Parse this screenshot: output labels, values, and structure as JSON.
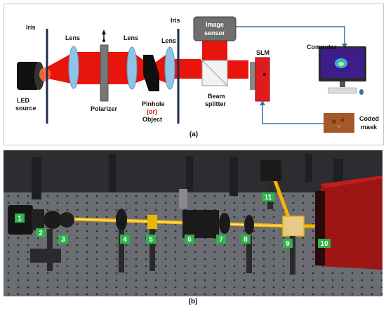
{
  "panel_a": {
    "labels": {
      "iris_left": "Iris",
      "lens_1": "Lens",
      "lens_2": "Lens",
      "lens_3": "Lens",
      "iris_right": "Iris",
      "image_sensor_line1": "Image",
      "image_sensor_line2": "sensor",
      "slm": "SLM",
      "computer": "Computer",
      "led_line1": "LED",
      "led_line2": "source",
      "polarizer": "Polarizer",
      "pinhole_line1": "Pinhole",
      "pinhole_line2": "(or)",
      "pinhole_line3": "Object",
      "beam_line1": "Beam",
      "beam_line2": "splitter",
      "coded_line1": "Coded",
      "coded_line2": "mask"
    },
    "caption": "(a)",
    "colors": {
      "beam": "#e8150c",
      "lens": "#8fc4e6",
      "arrow_line": "#3a6ea5",
      "sensor": "#6e6e6e",
      "led": "#111111"
    }
  },
  "panel_b": {
    "component_numbers": [
      "1",
      "2",
      "3",
      "4",
      "5",
      "6",
      "7",
      "8",
      "9",
      "10",
      "11"
    ],
    "caption": "(b)",
    "colors": {
      "beam": "#f6b400",
      "label_bg": "#2db34a",
      "table": "#5d6064",
      "camera": "#c01e1e"
    }
  }
}
